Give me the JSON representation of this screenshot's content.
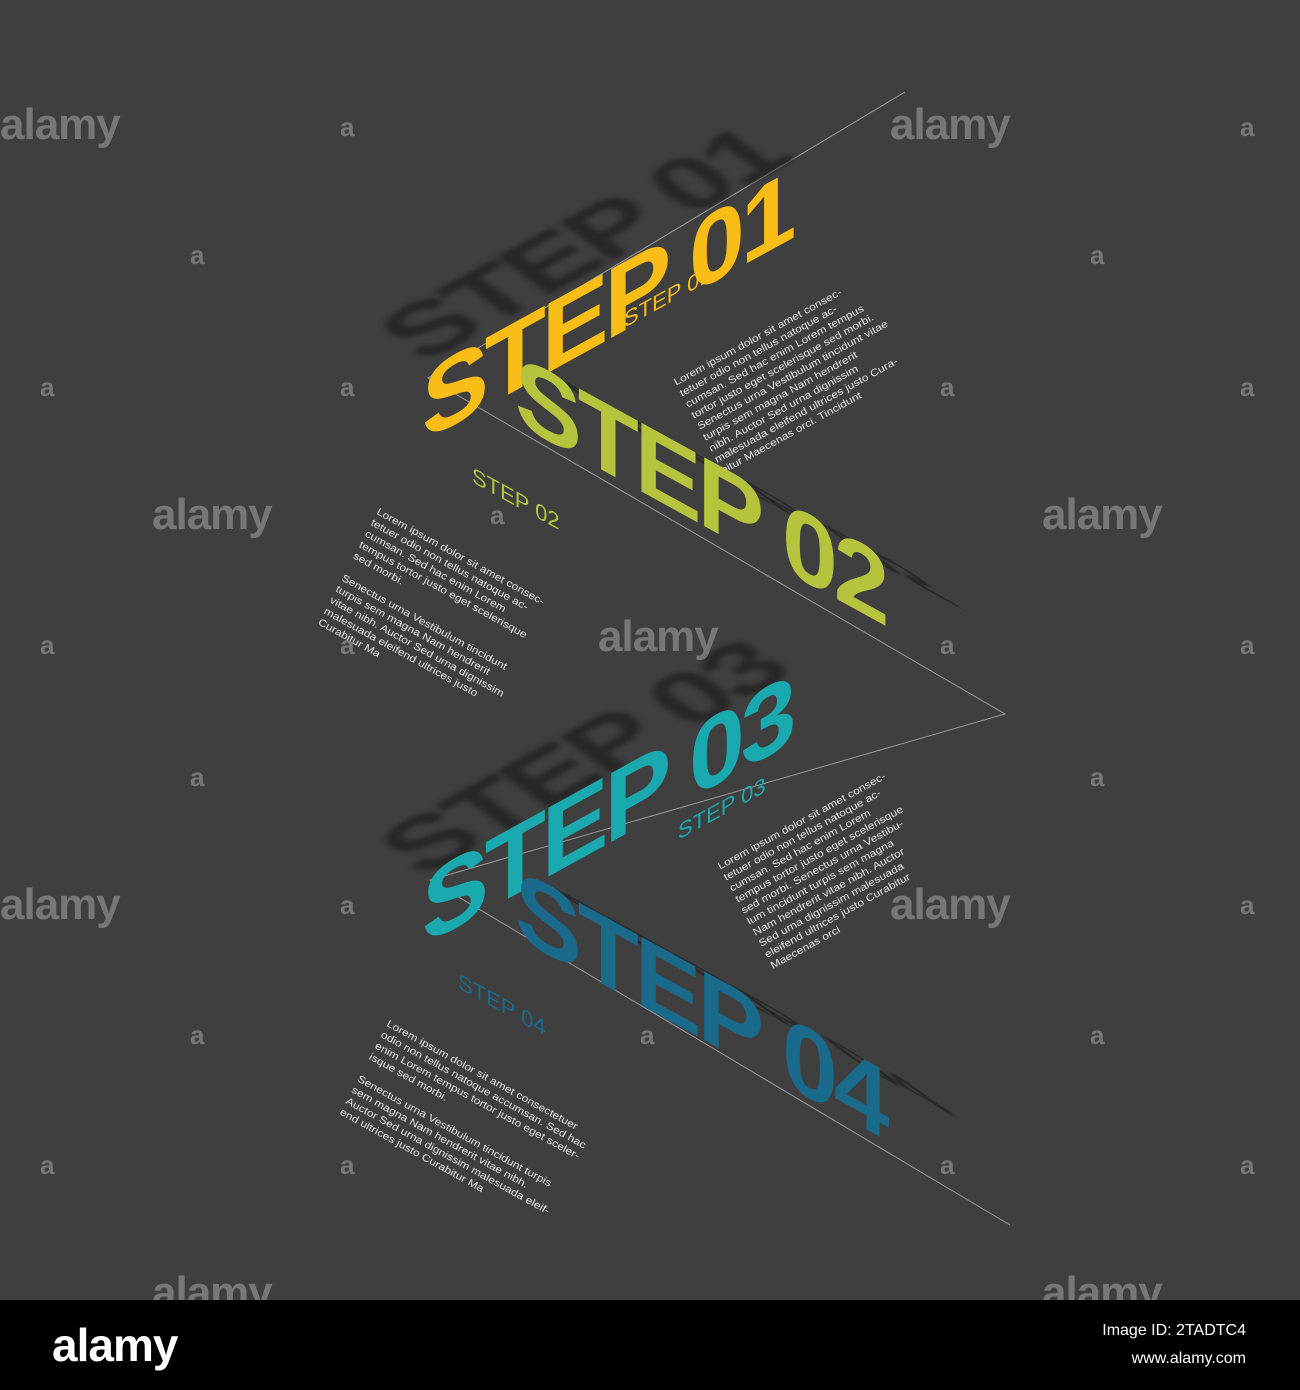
{
  "steps": [
    {
      "title": "STEP 01",
      "subtitle": "STEP 01",
      "color": "#f9bd17",
      "paragraph": "Lorem ipsum dolor sit amet consec-\ntetuer odio non tellus natoque ac-\ncumsan. Sed hac enim Lorem tempus\ntortor justo eget scelerisque sed morbi.\nSenectus urna Vestibulum tincidunt vitae\nturpis sem magna Nam hendrerit\nnibh. Auctor Sed urna dignissim\nmalesuada eleifend ultrices justo Cura-\nbitur Maecenas orci. Tincidunt"
    },
    {
      "title": "STEP 02",
      "subtitle": "STEP 02",
      "color": "#b4c43d",
      "paragraph": "Lorem ipsum dolor sit amet consec-\ntetuer odio non tellus natoque ac-\ncumsan. Sed hac enim Lorem\ntempus tortor justo eget scelerisque\nsed morbi.\n\nSenectus urna Vestibulum tincidunt\nturpis sem magna Nam hendrerit\nvitae nibh. Auctor Sed urna dignissim\nmalesuada eleifend ultrices justo\nCurabitur Ma"
    },
    {
      "title": "STEP 03",
      "subtitle": "STEP 03",
      "color": "#1ba9b0",
      "paragraph": "Lorem ipsum dolor sit amet consec-\ntetuer odio non tellus natoque ac-\ncumsan. Sed hac enim Lorem\ntempus tortor justo eget scelerisque\nsed morbi. Senectus urna Vestibu-\nlum tincidunt turpis sem magna\nNam hendrerit vitae nibh. Auctor\nSed urna dignissim malesuada\neleifend ultrices justo Curabitur\nMaecenas orci"
    },
    {
      "title": "STEP 04",
      "subtitle": "STEP 04",
      "color": "#1a6a8c",
      "paragraph": "Lorem ipsum dolor sit amet consectetuer\nodio non tellus natoque accumsan. Sed hac\nenim Lorem tempus tortor justo eget sceler-\nisque sed morbi.\n\nSenectus urna Vestibulum tincidunt turpis\nsem magna Nam hendrerit vitae nibh.\nAuctor Sed urna dignissim malesuada eleif-\nend ultrices justo Curabitur Ma"
    }
  ],
  "watermark": {
    "word": "alamy",
    "letter": "a"
  },
  "footer": {
    "logo": "alamy",
    "image_id": "Image ID: 2TADTC4",
    "url": "www.alamy.com"
  }
}
